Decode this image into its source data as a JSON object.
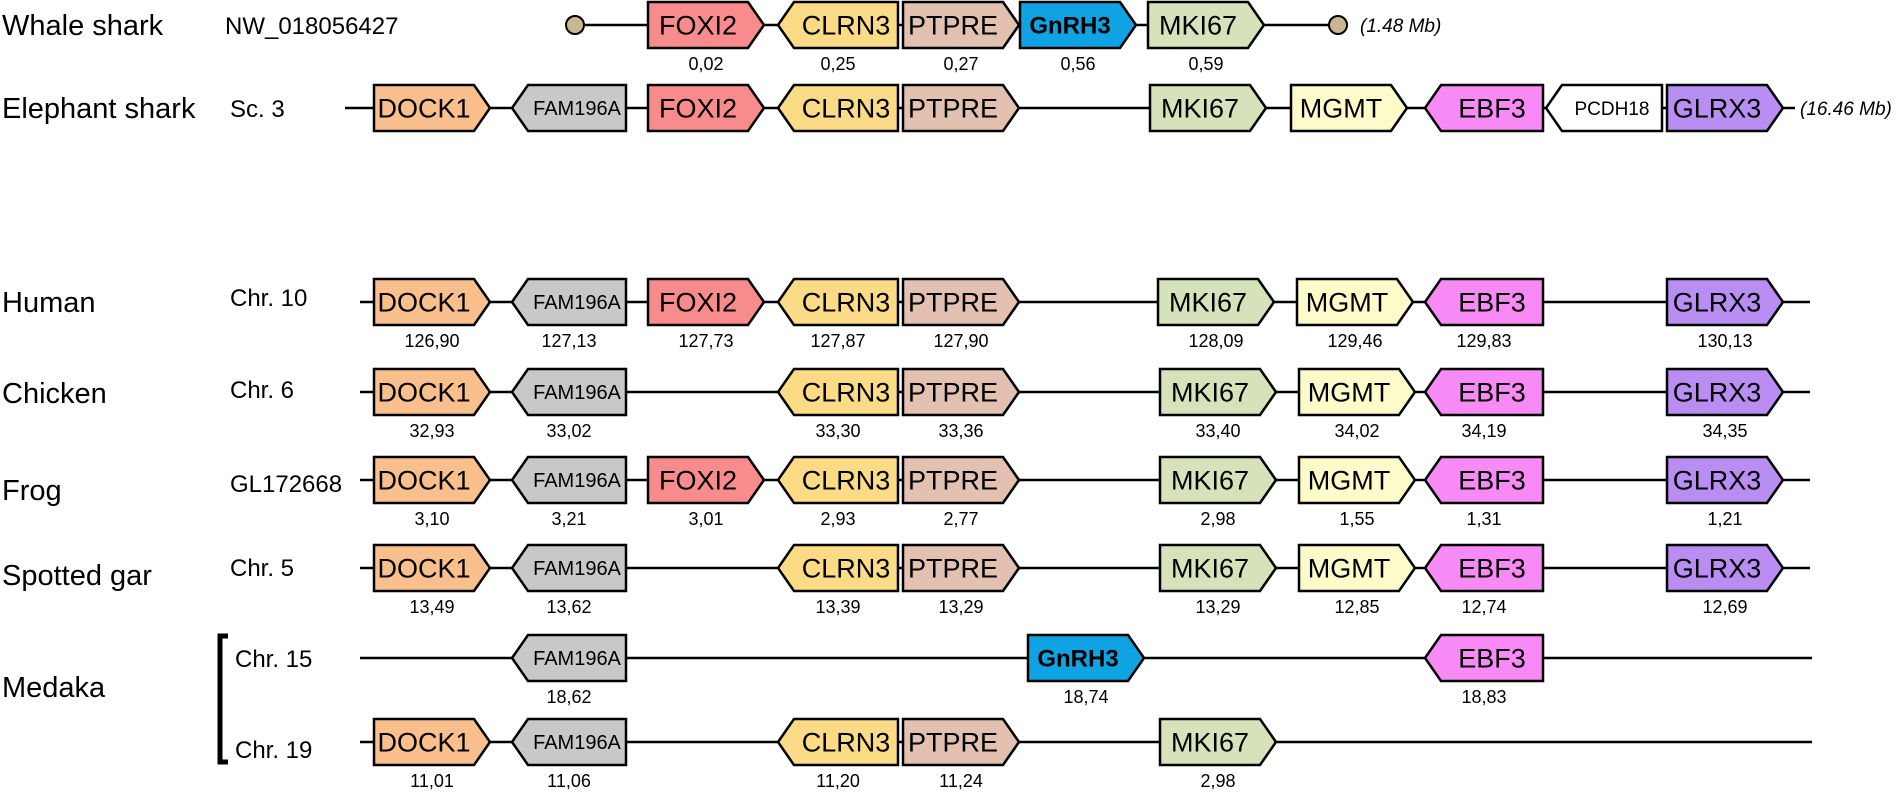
{
  "colors": {
    "DOCK1": "#f9c08e",
    "FAM196A": "#c8c8c8",
    "FOXI2": "#f88b8b",
    "CLRN3": "#fbdb86",
    "PTPRE": "#e3c1b1",
    "GnRH3": "#10a3e3",
    "MKI67": "#d6e2b9",
    "MGMT": "#fdfbc9",
    "EBF3": "#f88af6",
    "PCDH18": "#ffffff",
    "GLRX3": "#b98ef2",
    "highlight_text": "#e8262d"
  },
  "rows": [
    {
      "id": "whale-shark",
      "species": "Whale shark",
      "chromosome": "NW_018056427",
      "size": "(1.48 Mb)",
      "line_ends": "dots",
      "genes": [
        {
          "name": "FOXI2",
          "position": "0,02",
          "dir": "right"
        },
        {
          "name": "CLRN3",
          "position": "0,25",
          "dir": "left"
        },
        {
          "name": "PTPRE",
          "position": "0,27",
          "dir": "right"
        },
        {
          "name": "GnRH3",
          "position": "0,56",
          "dir": "right",
          "highlight": true
        },
        {
          "name": "MKI67",
          "position": "0,59",
          "dir": "right"
        }
      ]
    },
    {
      "id": "elephant-shark",
      "species": "Elephant shark",
      "chromosome": "Sc. 3",
      "size": "(16.46 Mb)",
      "genes": [
        {
          "name": "DOCK1",
          "dir": "right"
        },
        {
          "name": "FAM196A",
          "dir": "left"
        },
        {
          "name": "FOXI2",
          "dir": "right"
        },
        {
          "name": "CLRN3",
          "dir": "left"
        },
        {
          "name": "PTPRE",
          "dir": "right"
        },
        {
          "name": "MKI67",
          "dir": "right"
        },
        {
          "name": "MGMT",
          "dir": "right"
        },
        {
          "name": "EBF3",
          "dir": "left"
        },
        {
          "name": "PCDH18",
          "dir": "left"
        },
        {
          "name": "GLRX3",
          "dir": "right"
        }
      ]
    },
    {
      "id": "human",
      "species": "Human",
      "chromosome": "Chr. 10",
      "genes": [
        {
          "name": "DOCK1",
          "position": "126,90",
          "dir": "right"
        },
        {
          "name": "FAM196A",
          "position": "127,13",
          "dir": "left"
        },
        {
          "name": "FOXI2",
          "position": "127,73",
          "dir": "right"
        },
        {
          "name": "CLRN3",
          "position": "127,87",
          "dir": "left"
        },
        {
          "name": "PTPRE",
          "position": "127,90",
          "dir": "right"
        },
        {
          "name": "MKI67",
          "position": "128,09",
          "dir": "right"
        },
        {
          "name": "MGMT",
          "position": "129,46",
          "dir": "right"
        },
        {
          "name": "EBF3",
          "position": "129,83",
          "dir": "left"
        },
        {
          "name": "GLRX3",
          "position": "130,13",
          "dir": "right"
        }
      ]
    },
    {
      "id": "chicken",
      "species": "Chicken",
      "chromosome": "Chr. 6",
      "genes": [
        {
          "name": "DOCK1",
          "position": "32,93",
          "dir": "right"
        },
        {
          "name": "FAM196A",
          "position": "33,02",
          "dir": "left"
        },
        {
          "name": "CLRN3",
          "position": "33,30",
          "dir": "left"
        },
        {
          "name": "PTPRE",
          "position": "33,36",
          "dir": "right"
        },
        {
          "name": "MKI67",
          "position": "33,40",
          "dir": "right"
        },
        {
          "name": "MGMT",
          "position": "34,02",
          "dir": "right"
        },
        {
          "name": "EBF3",
          "position": "34,19",
          "dir": "left"
        },
        {
          "name": "GLRX3",
          "position": "34,35",
          "dir": "right"
        }
      ]
    },
    {
      "id": "frog",
      "species": "Frog",
      "chromosome": "GL172668",
      "genes": [
        {
          "name": "DOCK1",
          "position": "3,10",
          "dir": "right"
        },
        {
          "name": "FAM196A",
          "position": "3,21",
          "dir": "left"
        },
        {
          "name": "FOXI2",
          "position": "3,01",
          "dir": "right"
        },
        {
          "name": "CLRN3",
          "position": "2,93",
          "dir": "left"
        },
        {
          "name": "PTPRE",
          "position": "2,77",
          "dir": "right"
        },
        {
          "name": "MKI67",
          "position": "2,98",
          "dir": "right"
        },
        {
          "name": "MGMT",
          "position": "1,55",
          "dir": "right"
        },
        {
          "name": "EBF3",
          "position": "1,31",
          "dir": "left"
        },
        {
          "name": "GLRX3",
          "position": "1,21",
          "dir": "right"
        }
      ]
    },
    {
      "id": "spotted-gar",
      "species": "Spotted gar",
      "chromosome": "Chr. 5",
      "genes": [
        {
          "name": "DOCK1",
          "position": "13,49",
          "dir": "right"
        },
        {
          "name": "FAM196A",
          "position": "13,62",
          "dir": "left"
        },
        {
          "name": "CLRN3",
          "position": "13,39",
          "dir": "left"
        },
        {
          "name": "PTPRE",
          "position": "13,29",
          "dir": "right"
        },
        {
          "name": "MKI67",
          "position": "13,29",
          "dir": "right"
        },
        {
          "name": "MGMT",
          "position": "12,85",
          "dir": "right"
        },
        {
          "name": "EBF3",
          "position": "12,74",
          "dir": "left"
        },
        {
          "name": "GLRX3",
          "position": "12,69",
          "dir": "right"
        }
      ]
    },
    {
      "id": "medaka-chr15",
      "species": "Medaka",
      "chromosome": "Chr. 15",
      "genes": [
        {
          "name": "FAM196A",
          "position": "18,62",
          "dir": "left"
        },
        {
          "name": "GnRH3",
          "position": "18,74",
          "dir": "right",
          "highlight": true
        },
        {
          "name": "EBF3",
          "position": "18,83",
          "dir": "left"
        }
      ]
    },
    {
      "id": "medaka-chr19",
      "chromosome": "Chr. 19",
      "genes": [
        {
          "name": "DOCK1",
          "position": "11,01",
          "dir": "right"
        },
        {
          "name": "FAM196A",
          "position": "11,06",
          "dir": "left"
        },
        {
          "name": "CLRN3",
          "position": "11,20",
          "dir": "left"
        },
        {
          "name": "PTPRE",
          "position": "11,24",
          "dir": "right"
        },
        {
          "name": "MKI67",
          "position": "2,98",
          "dir": "right"
        }
      ]
    }
  ]
}
